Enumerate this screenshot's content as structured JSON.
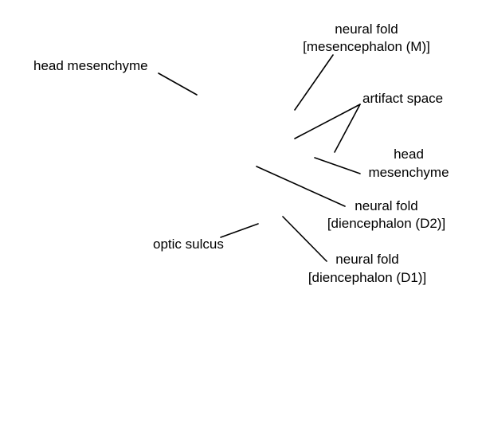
{
  "diagram": {
    "line_color": "#000000",
    "text_color": "#000000",
    "background": "#ffffff",
    "labels": {
      "head_mesenchyme_left": "head mesenchyme",
      "neural_fold_m": [
        "neural fold",
        "[mesencephalon (M)]"
      ],
      "artifact_space": "artifact space",
      "head_mesenchyme_right": [
        "head",
        "mesenchyme"
      ],
      "neural_fold_d2": [
        "neural fold",
        "[diencephalon (D2)]"
      ],
      "optic_sulcus": "optic sulcus",
      "neural_fold_d1": [
        "neural fold",
        "[diencephalon (D1)]"
      ]
    }
  }
}
